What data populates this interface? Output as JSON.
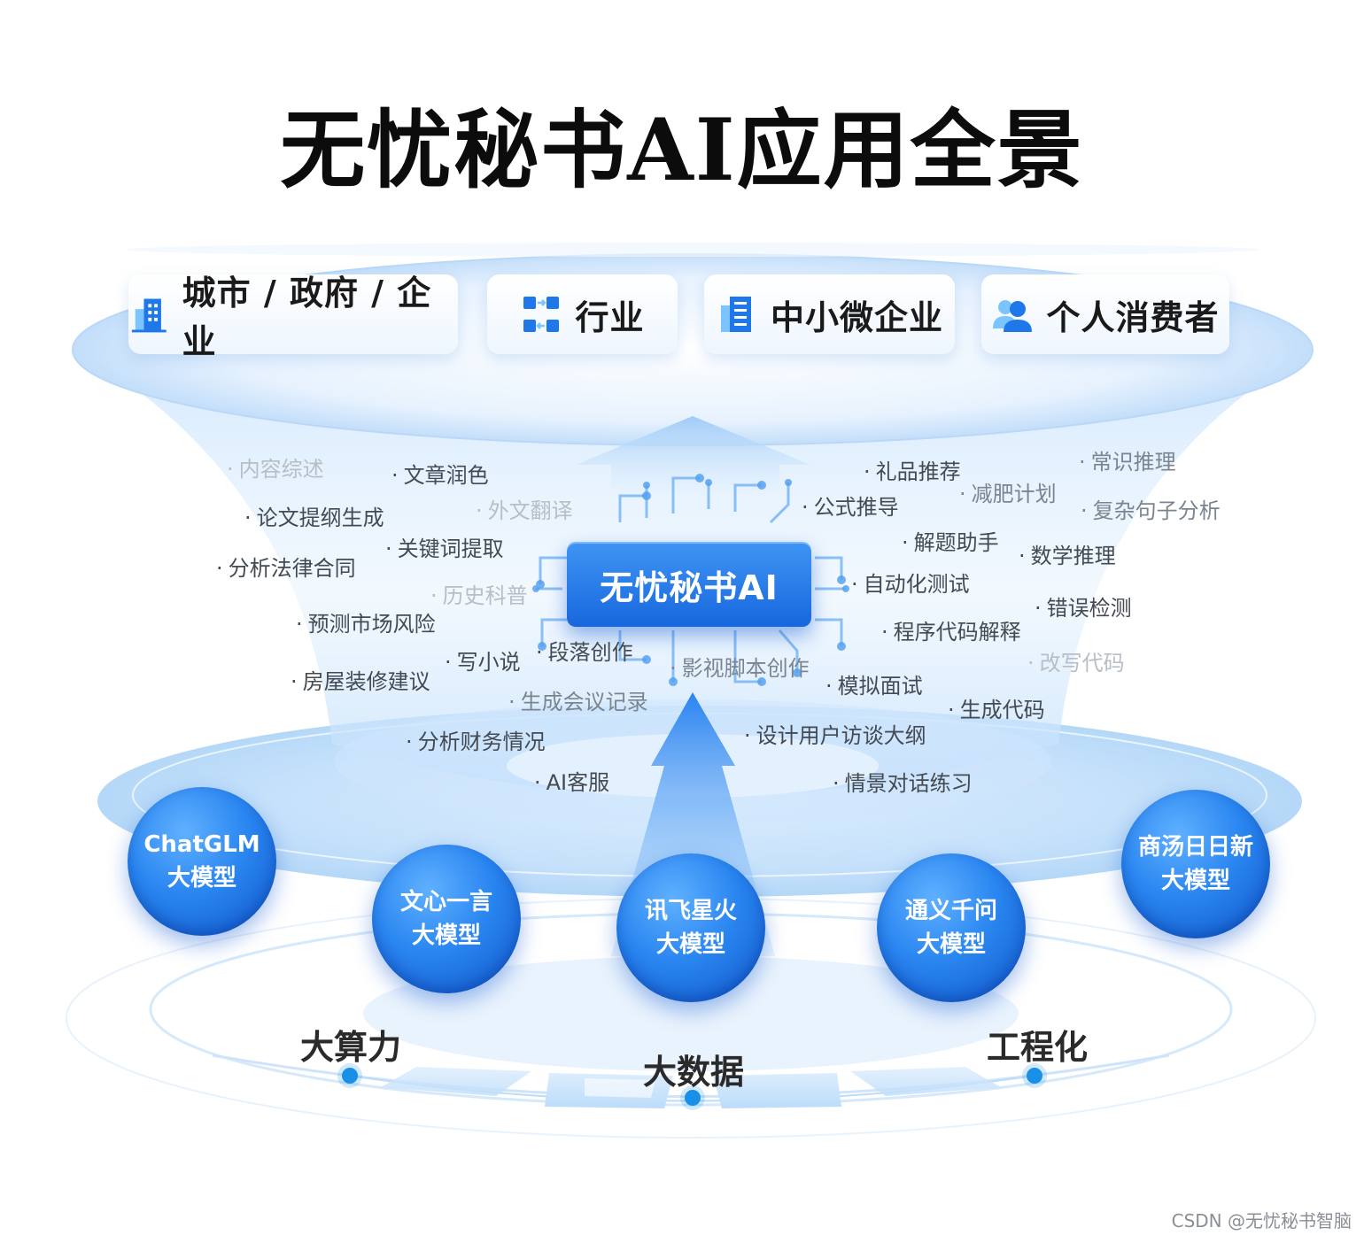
{
  "title": "无忧秘书AI应用全景",
  "audiences": [
    {
      "label": "城市 / 政府 / 企业",
      "icon": "building-icon"
    },
    {
      "label": "行业",
      "icon": "workflow-icon"
    },
    {
      "label": "中小微企业",
      "icon": "office-tower-icon"
    },
    {
      "label": "个人消费者",
      "icon": "users-icon"
    }
  ],
  "core": {
    "label": "无忧秘书AI",
    "icon": "circuit-brain-icon"
  },
  "features": [
    {
      "text": "内容综述",
      "tone": "light"
    },
    {
      "text": "文章润色",
      "tone": "dark"
    },
    {
      "text": "论文提纲生成",
      "tone": "dark"
    },
    {
      "text": "外文翻译",
      "tone": "light"
    },
    {
      "text": "关键词提取",
      "tone": "dark"
    },
    {
      "text": "分析法律合同",
      "tone": "dark"
    },
    {
      "text": "历史科普",
      "tone": "light"
    },
    {
      "text": "预测市场风险",
      "tone": "dark"
    },
    {
      "text": "写小说",
      "tone": "dark"
    },
    {
      "text": "段落创作",
      "tone": "dark"
    },
    {
      "text": "房屋装修建议",
      "tone": "dark"
    },
    {
      "text": "影视脚本创作",
      "tone": "mid"
    },
    {
      "text": "生成会议记录",
      "tone": "mid"
    },
    {
      "text": "分析财务情况",
      "tone": "dark"
    },
    {
      "text": "AI客服",
      "tone": "dark"
    },
    {
      "text": "礼品推荐",
      "tone": "dark"
    },
    {
      "text": "常识推理",
      "tone": "mid"
    },
    {
      "text": "减肥计划",
      "tone": "mid"
    },
    {
      "text": "公式推导",
      "tone": "dark"
    },
    {
      "text": "复杂句子分析",
      "tone": "mid"
    },
    {
      "text": "解题助手",
      "tone": "dark"
    },
    {
      "text": "数学推理",
      "tone": "dark"
    },
    {
      "text": "自动化测试",
      "tone": "dark"
    },
    {
      "text": "错误检测",
      "tone": "dark"
    },
    {
      "text": "程序代码解释",
      "tone": "dark"
    },
    {
      "text": "改写代码",
      "tone": "light"
    },
    {
      "text": "模拟面试",
      "tone": "dark"
    },
    {
      "text": "生成代码",
      "tone": "dark"
    },
    {
      "text": "设计用户访谈大纲",
      "tone": "dark"
    },
    {
      "text": "情景对话练习",
      "tone": "dark"
    }
  ],
  "feature_bullet": "·",
  "models": [
    {
      "line1": "ChatGLM",
      "line2": "大模型"
    },
    {
      "line1": "文心一言",
      "line2": "大模型"
    },
    {
      "line1": "讯飞星火",
      "line2": "大模型"
    },
    {
      "line1": "通义千问",
      "line2": "大模型"
    },
    {
      "line1": "商汤日日新",
      "line2": "大模型"
    }
  ],
  "foundation": [
    "大算力",
    "大数据",
    "工程化"
  ],
  "watermark": "CSDN @无忧秘书智脑",
  "colors": {
    "primary": "#1f78ea",
    "light_blue": "#e6f2fe",
    "dot": "#1a8fe8"
  }
}
